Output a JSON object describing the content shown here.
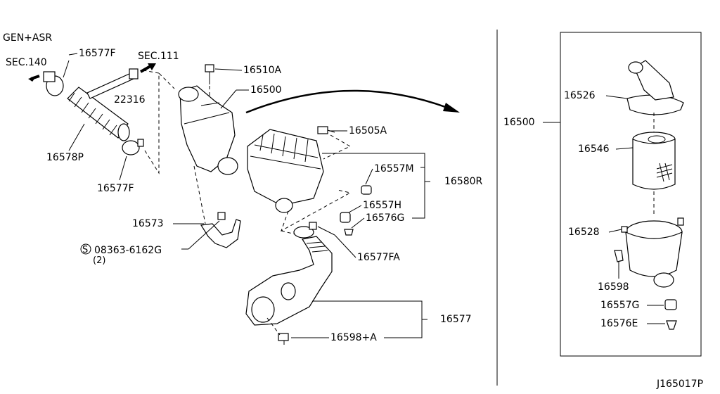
{
  "header": {
    "variant": "GEN+ASR",
    "diagram_id": "J165017P"
  },
  "sections": {
    "sec_140": "SEC.140",
    "sec_111": "SEC.111"
  },
  "labels": {
    "p16577F_top": "16577F",
    "p22316": "22316",
    "p16510A": "16510A",
    "p16500_left": "16500",
    "p16578P": "16578P",
    "p16577F_bottom": "16577F",
    "p16505A": "16505A",
    "p16557M": "16557M",
    "p16580R": "16580R",
    "p16557H": "16557H",
    "p16576G": "16576G",
    "p16573": "16573",
    "p08363": "08363-6162G",
    "p08363_qty": "(2)",
    "p08363_symbol": "S",
    "p16577FA": "16577FA",
    "p16577": "16577",
    "p16598A": "16598+A",
    "p16500_right": "16500",
    "p16526": "16526",
    "p16546": "16546",
    "p16528": "16528",
    "p16598": "16598",
    "p16557G": "16557G",
    "p16576E": "16576E"
  }
}
